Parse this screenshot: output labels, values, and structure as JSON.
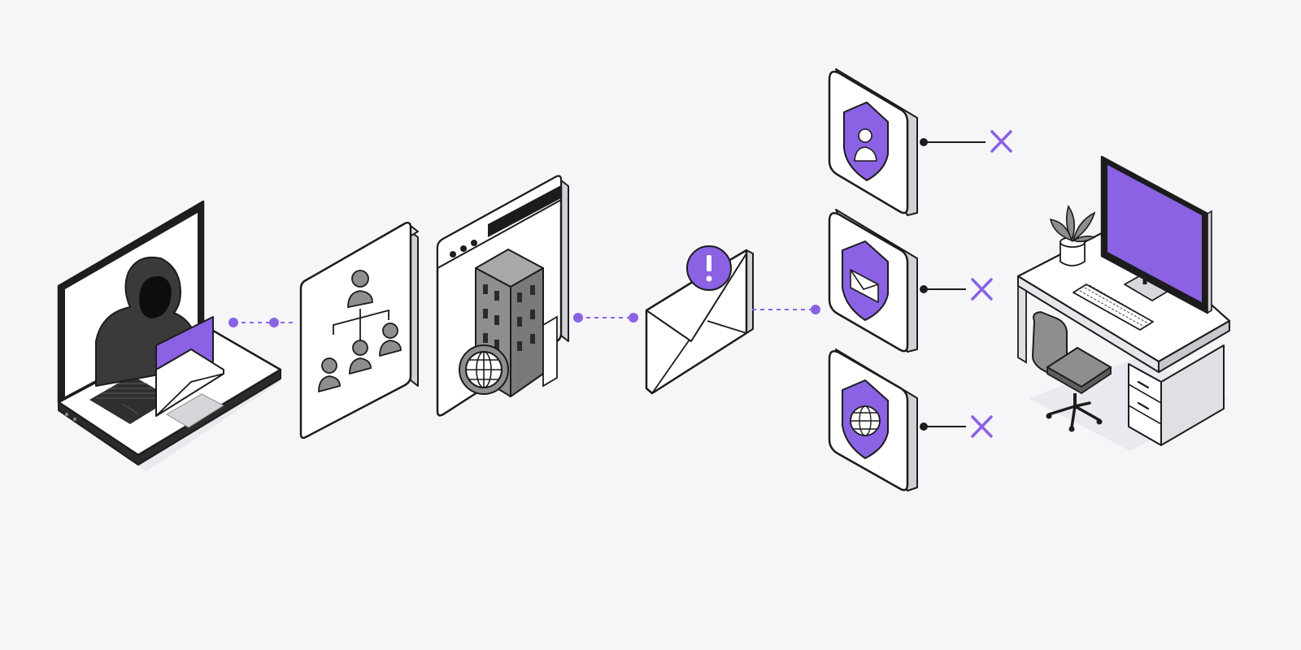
{
  "colors": {
    "background": "#f6f6f9",
    "accent": "#8a62e3",
    "accent_dark": "#6f48cf",
    "outline": "#1c1c1c",
    "panel_face": "#ffffff",
    "panel_side": "#d9d9de",
    "gray_fill": "#8e8e8e",
    "dark_fill": "#3a3a3a"
  },
  "flow": {
    "stages": [
      {
        "id": "attacker",
        "icon": "hooded-hacker-laptop-icon"
      },
      {
        "id": "org-recon",
        "icon": "org-chart-icon"
      },
      {
        "id": "company-web",
        "icon": "building-browser-globe-icon"
      },
      {
        "id": "phish-email",
        "icon": "alert-envelope-icon"
      },
      {
        "id": "defenses",
        "icon": "shield-stack-icon"
      },
      {
        "id": "target",
        "icon": "workstation-desk-icon"
      }
    ],
    "defenses": [
      {
        "icon": "user-shield-icon",
        "status": "blocked",
        "status_icon": "x-mark-icon"
      },
      {
        "icon": "mail-shield-icon",
        "status": "blocked",
        "status_icon": "x-mark-icon"
      },
      {
        "icon": "globe-shield-icon",
        "status": "blocked",
        "status_icon": "x-mark-icon"
      }
    ]
  }
}
